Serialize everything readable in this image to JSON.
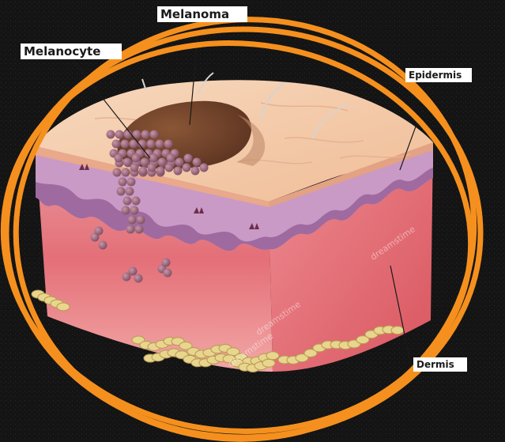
{
  "labels": {
    "melanoma": "Melanoma",
    "melanocyte": "Melanocyte",
    "epidermis": "Epidermis",
    "dermis": "Dermis"
  },
  "watermark": "dreamstime",
  "colors": {
    "background": "#141414",
    "highlight_circle": "#f5901e",
    "epidermis": "#f6c7a2",
    "purple_layer": "#c99ac5",
    "dermis": "#e8767e",
    "melanoma": "#7a4a30",
    "fat": "#e8d58e"
  }
}
